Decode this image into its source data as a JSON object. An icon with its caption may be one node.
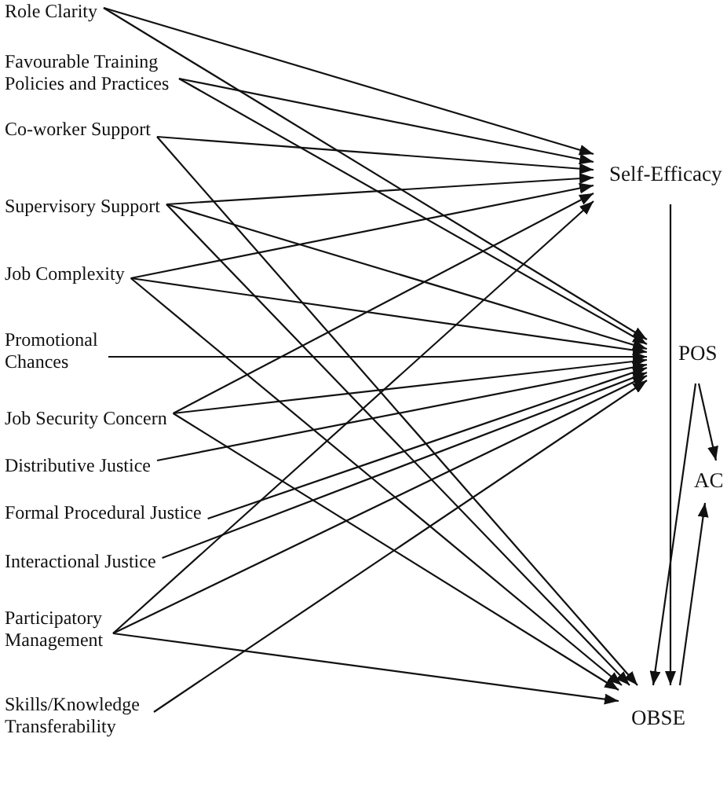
{
  "diagram": {
    "nodes": [
      {
        "text": [
          "Role Clarity"
        ]
      },
      {
        "text": [
          "Favourable Training Policies and Practices"
        ]
      },
      {
        "text": [
          "Co-worker Support"
        ]
      },
      {
        "text": [
          "Supervisory Support"
        ]
      },
      {
        "text": [
          "Job Complexity"
        ]
      },
      {
        "text": [
          "Promotional Chances"
        ]
      },
      {
        "text": [
          "Job Security Concern"
        ]
      },
      {
        "text": [
          "Distributive Justice"
        ]
      },
      {
        "text": [
          "Formal Procedural Justice"
        ]
      },
      {
        "text": [
          "Interactional Justice"
        ]
      },
      {
        "text": [
          "Participatory Management"
        ]
      },
      {
        "text": [
          "Skills/Knowledge Transferability"
        ]
      },
      {
        "text": [
          "Self-Efficacy"
        ]
      },
      {
        "text": [
          "POS"
        ]
      },
      {
        "text": [
          "AC"
        ]
      },
      {
        "text": [
          "OBSE"
        ]
      }
    ],
    "edges": [
      {
        "from": 0,
        "to": 12,
        "arrow": "to"
      },
      {
        "from": 0,
        "to": 13,
        "arrow": "to"
      },
      {
        "from": 1,
        "to": 12,
        "arrow": "to"
      },
      {
        "from": 1,
        "to": 13,
        "arrow": "to"
      },
      {
        "from": 2,
        "to": 12,
        "arrow": "to"
      },
      {
        "from": 2,
        "to": 15,
        "arrow": "to"
      },
      {
        "from": 3,
        "to": 12,
        "arrow": "to"
      },
      {
        "from": 3,
        "to": 13,
        "arrow": "to"
      },
      {
        "from": 3,
        "to": 15,
        "arrow": "to"
      },
      {
        "from": 4,
        "to": 12,
        "arrow": "to"
      },
      {
        "from": 4,
        "to": 13,
        "arrow": "to"
      },
      {
        "from": 4,
        "to": 15,
        "arrow": "to"
      },
      {
        "from": 5,
        "to": 13,
        "arrow": "to"
      },
      {
        "from": 6,
        "to": 12,
        "arrow": "to"
      },
      {
        "from": 6,
        "to": 13,
        "arrow": "to"
      },
      {
        "from": 6,
        "to": 15,
        "arrow": "to"
      },
      {
        "from": 7,
        "to": 13,
        "arrow": "to"
      },
      {
        "from": 8,
        "to": 13,
        "arrow": "to"
      },
      {
        "from": 9,
        "to": 13,
        "arrow": "to"
      },
      {
        "from": 10,
        "to": 12,
        "arrow": "to"
      },
      {
        "from": 10,
        "to": 13,
        "arrow": "to"
      },
      {
        "from": 10,
        "to": 15,
        "arrow": "to"
      },
      {
        "from": 11,
        "to": 13,
        "arrow": "to"
      },
      {
        "from": 12,
        "to": 15,
        "arrow": "to"
      },
      {
        "from": 13,
        "to": 14,
        "arrow": "to"
      },
      {
        "from": 13,
        "to": 15,
        "arrow": "to"
      },
      {
        "from": 15,
        "to": 14,
        "arrow": "to"
      }
    ]
  }
}
